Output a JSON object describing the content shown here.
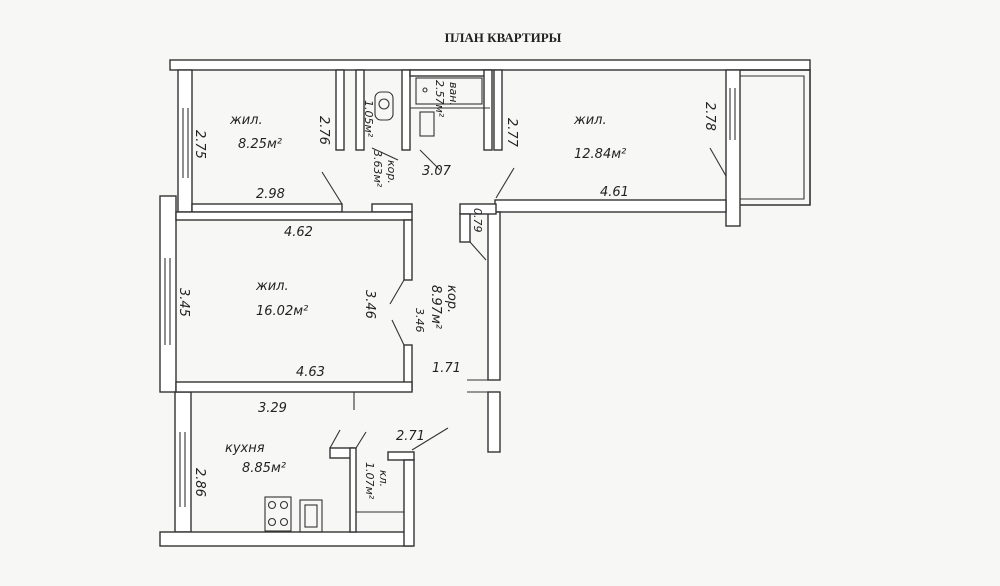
{
  "title": "ПЛАН КВАРТИРЫ",
  "rooms": {
    "bedroom_top_left": {
      "name": "жил.",
      "area": "8.25м²"
    },
    "bedroom_top_right": {
      "name": "жил.",
      "area": "12.84м²"
    },
    "living_room": {
      "name": "жил.",
      "area": "16.02м²"
    },
    "kitchen": {
      "name": "кухня",
      "area": "8.85м²"
    },
    "bathroom": {
      "name": "ван.",
      "area": "2.57м²"
    },
    "toilet": {
      "area": "1.05м²"
    },
    "corridor_top": {
      "name": "кор.",
      "area": "3.63м²"
    },
    "corridor_main": {
      "name": "кор.",
      "area": "8.97м²"
    },
    "closet": {
      "name": "кл.",
      "area": "1.07м²"
    }
  },
  "dimensions": {
    "d_2_75": "2.75",
    "d_2_76": "2.76",
    "d_2_98": "2.98",
    "d_3_07": "3.07",
    "d_2_77": "2.77",
    "d_4_61": "4.61",
    "d_2_78": "2.78",
    "d_0_79": "0.79",
    "d_4_62": "4.62",
    "d_3_45": "3.45",
    "d_3_46": "3.46",
    "d_3_46b": "3.46",
    "d_4_63": "4.63",
    "d_1_71": "1.71",
    "d_3_29": "3.29",
    "d_2_71": "2.71",
    "d_2_86": "2.86"
  }
}
